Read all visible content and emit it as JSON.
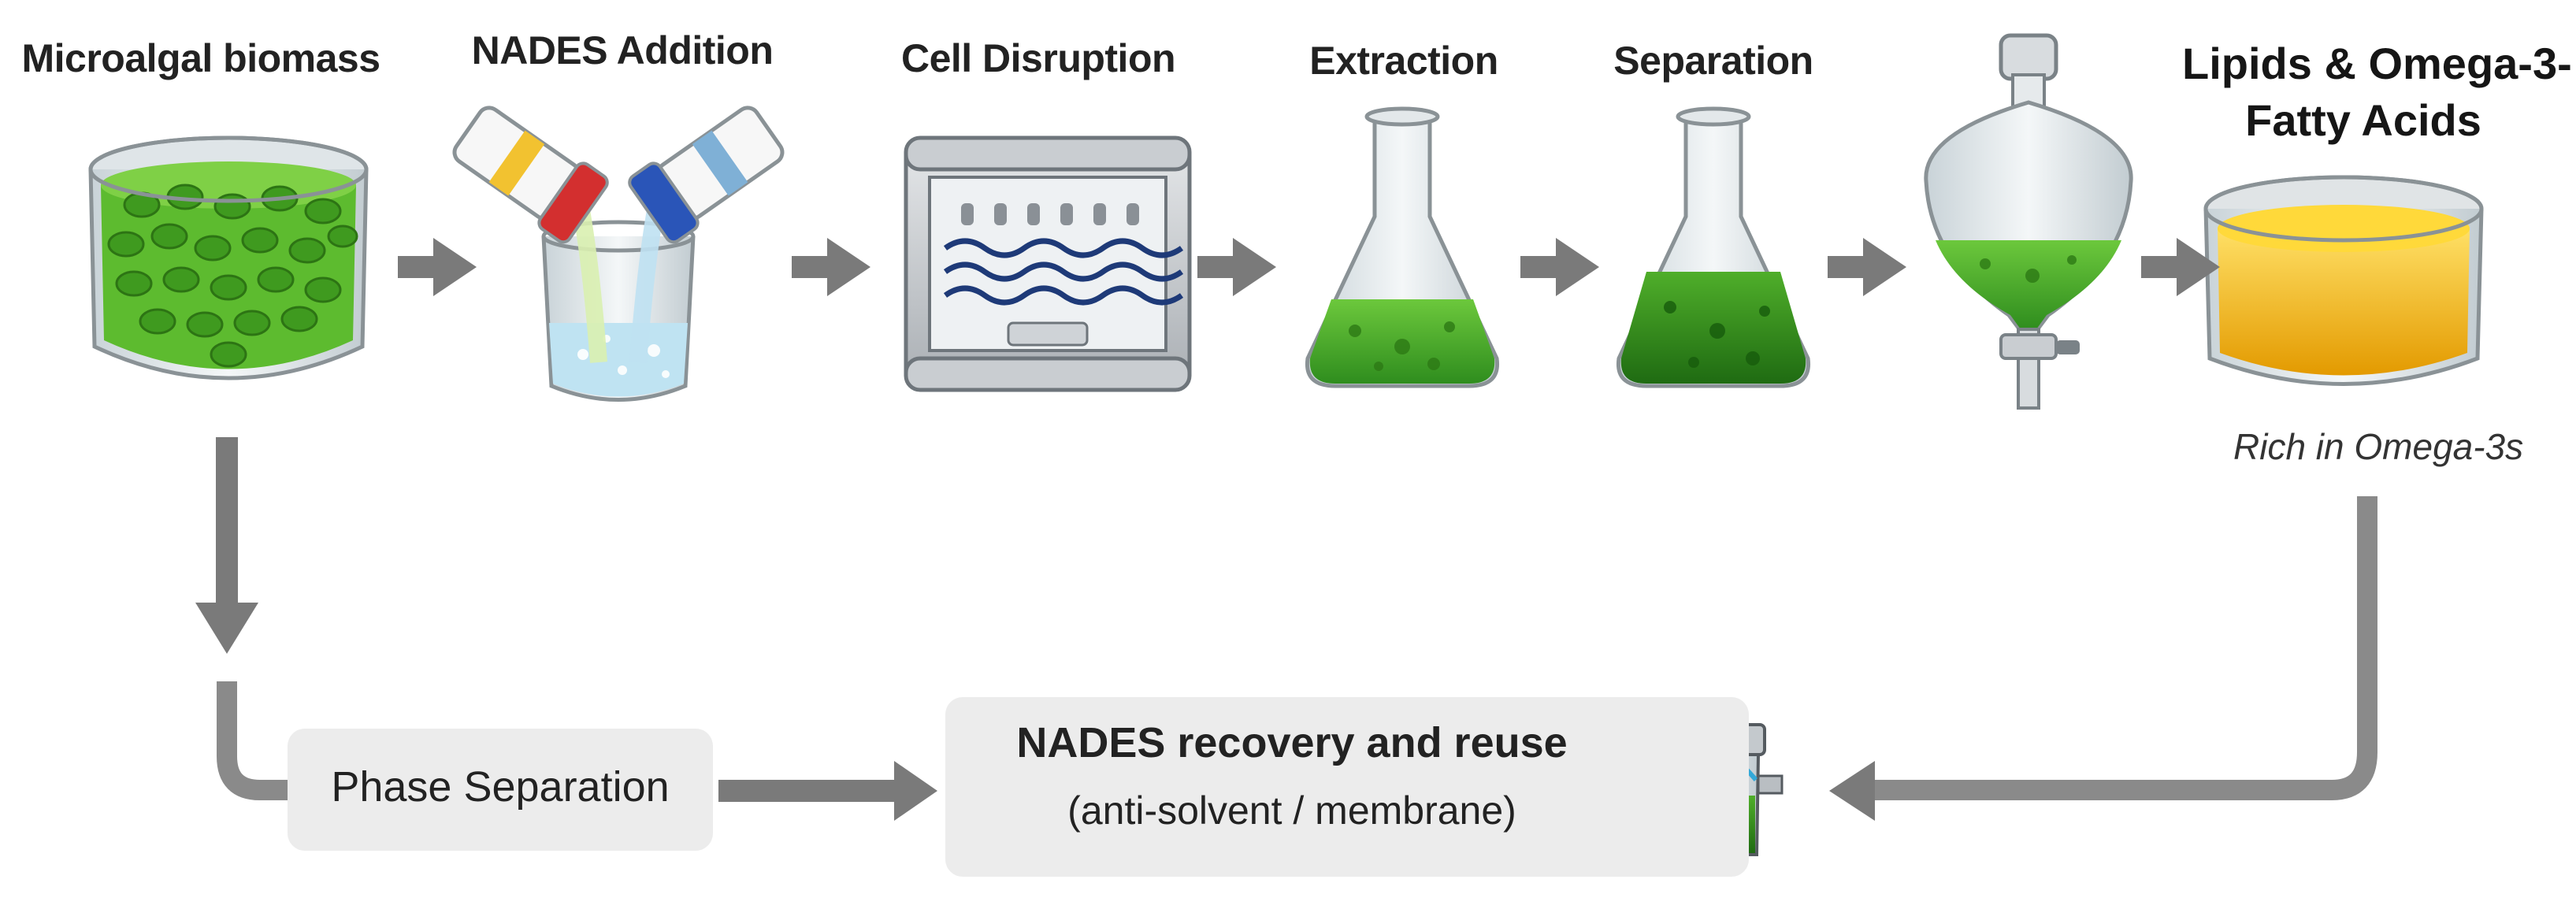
{
  "steps": [
    {
      "label": "Microalgal biomass",
      "icon": "biomass-dish-icon"
    },
    {
      "label": "NADES Addition",
      "icon": "pouring-bottles-icon"
    },
    {
      "label": "Cell Disruption",
      "icon": "disruption-chamber-icon"
    },
    {
      "label": "Extraction",
      "icon": "extraction-flask-icon"
    },
    {
      "label": "Separation",
      "icon": "separation-flask-icon"
    },
    {
      "label": "",
      "icon": "separatory-funnel-icon"
    },
    {
      "label": "",
      "icon": "oil-dish-icon"
    }
  ],
  "final_product": {
    "title_line1": "Lipids & Omega-3-",
    "title_line2": "Fatty Acids",
    "note": "Rich in Omega-3s"
  },
  "recovery": {
    "phase_separation": "Phase Separation",
    "title": "NADES recovery and reuse",
    "subtitle": "(anti-solvent / membrane)",
    "icon": "membrane-filter-icon"
  },
  "colors": {
    "arrow": "#7a7a7a",
    "algae_green": "#4caf28",
    "dark_green": "#2e7d18",
    "oil_yellow": "#f3b200",
    "box_gray": "#ececec"
  }
}
